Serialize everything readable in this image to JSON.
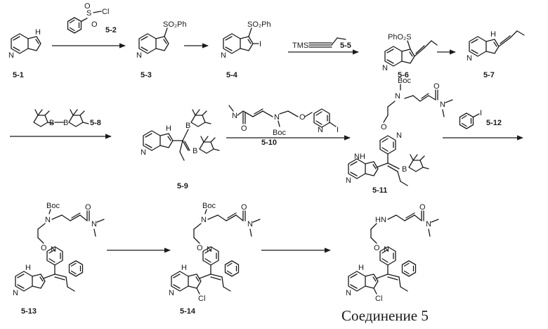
{
  "compounds": {
    "c1": "5-1",
    "c2": "5-2",
    "c3": "5-3",
    "c4": "5-4",
    "c5": "5-5",
    "c6": "5-6",
    "c7": "5-7",
    "c8": "5-8",
    "c9": "5-9",
    "c10": "5-10",
    "c11": "5-11",
    "c12": "5-12",
    "c13": "5-13",
    "c14": "5-14"
  },
  "final_label": "Соединение 5",
  "atoms": {
    "N": "N",
    "H": "H",
    "NH": "NH",
    "HN": "HN",
    "O": "O",
    "B": "B",
    "I": "I",
    "Cl": "Cl",
    "S": "S",
    "SO2Ph": "SO₂Ph",
    "PhO2S": "PhO₂S",
    "TMS": "TMS",
    "Boc": "Boc"
  }
}
